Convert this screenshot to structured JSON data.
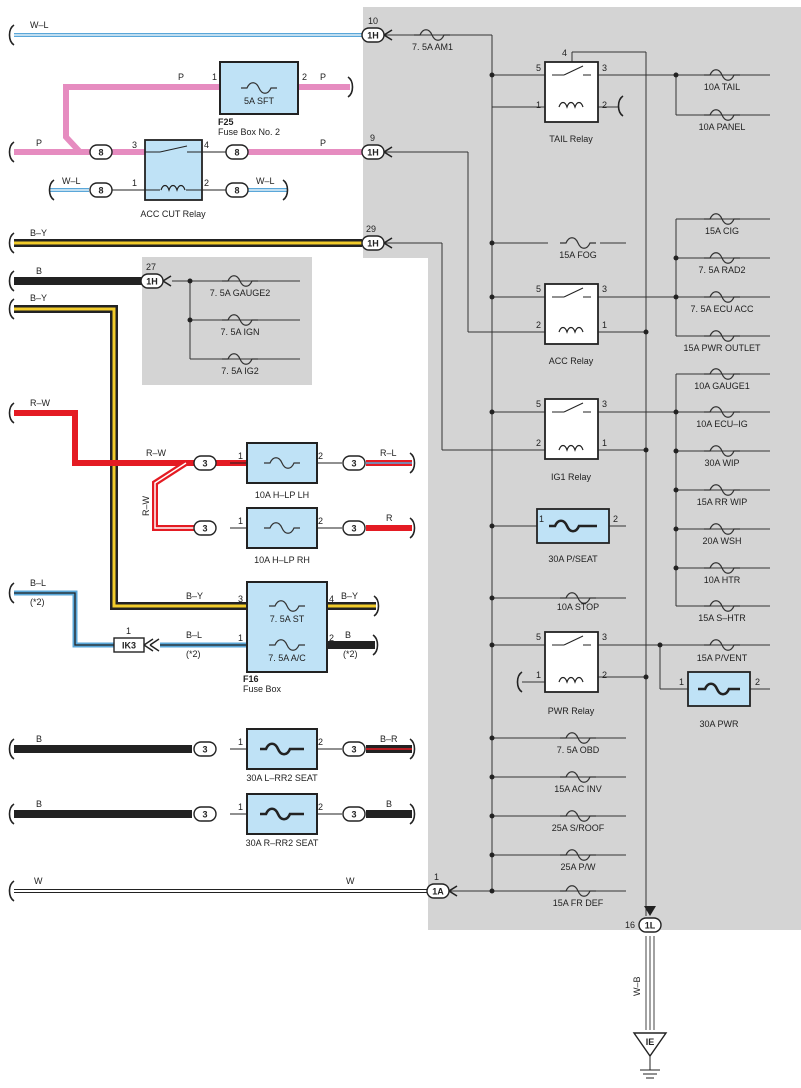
{
  "connectors": {
    "c1h_10": {
      "num": "10",
      "code": "1H"
    },
    "c1h_9": {
      "num": "9",
      "code": "1H"
    },
    "c1h_29": {
      "num": "29",
      "code": "1H"
    },
    "c1h_27": {
      "num": "27",
      "code": "1H"
    },
    "c1a_1": {
      "num": "1",
      "code": "1A"
    },
    "c1l_16": {
      "num": "16",
      "code": "1L"
    },
    "c8": "8",
    "c3": "3",
    "ik3": "IK3",
    "ground": "IE"
  },
  "wires": {
    "wl": "W–L",
    "p": "P",
    "by": "B–Y",
    "b": "B",
    "rw": "R–W",
    "rl": "R–L",
    "r": "R",
    "bl": "B–L",
    "br": "B–R",
    "w": "W",
    "wb": "W–B",
    "note2": "(*2)"
  },
  "pins": {
    "p1": "1",
    "p2": "2",
    "p3": "3",
    "p4": "4",
    "p5": "5"
  },
  "fuses": {
    "am1": "7. 5A AM1",
    "sft": "5A SFT",
    "tail": "10A TAIL",
    "panel": "10A PANEL",
    "fog": "15A FOG",
    "cig": "15A CIG",
    "rad2": "7. 5A RAD2",
    "ecu_acc": "7. 5A ECU ACC",
    "pwr_outlet": "15A PWR OUTLET",
    "gauge2": "7. 5A GAUGE2",
    "ign": "7. 5A IGN",
    "ig2": "7. 5A IG2",
    "gauge1": "10A GAUGE1",
    "ecu_ig": "10A ECU–IG",
    "wip": "30A WIP",
    "rr_wip": "15A RR WIP",
    "wsh": "20A WSH",
    "htr": "10A HTR",
    "s_htr": "15A S–HTR",
    "hlp_lh": "10A H–LP LH",
    "hlp_rh": "10A H–LP RH",
    "p_seat": "30A P/SEAT",
    "stop": "10A STOP",
    "st": "7. 5A ST",
    "ac": "7. 5A A/C",
    "p_vent": "15A P/VENT",
    "pwr": "30A PWR",
    "obd": "7. 5A OBD",
    "ac_inv": "15A AC INV",
    "s_roof": "25A S/ROOF",
    "pw": "25A P/W",
    "fr_def": "15A FR DEF",
    "l_rr2_seat": "30A L–RR2 SEAT",
    "r_rr2_seat": "30A R–RR2 SEAT"
  },
  "relays": {
    "tail": "TAIL Relay",
    "acc_cut": "ACC CUT Relay",
    "acc": "ACC Relay",
    "ig1": "IG1 Relay",
    "pwr": "PWR Relay"
  },
  "boxes": {
    "f25_code": "F25",
    "f25_name": "Fuse Box No. 2",
    "f16_code": "F16",
    "f16_name": "Fuse Box"
  },
  "colors": {
    "panel_gray": "#d4d4d4",
    "wire_pink": "#e68cc0",
    "wire_blue": "#5aa7d9",
    "wire_yellow": "#f2cc2b",
    "wire_red": "#e41b23",
    "fuse_box_fill": "#bfe2f6"
  }
}
